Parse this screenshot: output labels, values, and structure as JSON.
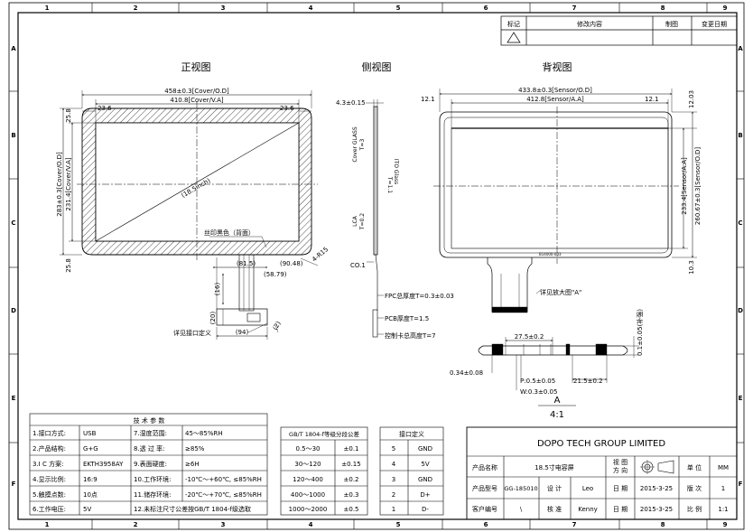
{
  "grid": {
    "cols": [
      "1",
      "2",
      "3",
      "4",
      "5",
      "6",
      "7",
      "8",
      "9"
    ],
    "rows": [
      "A",
      "B",
      "C",
      "D",
      "E",
      "F"
    ]
  },
  "revision": {
    "headers": [
      "标记",
      "修改内容",
      "制图",
      "变更日期"
    ]
  },
  "views": {
    "front": "正视图",
    "side": "侧视图",
    "back": "背视图"
  },
  "front_dims": {
    "cover_w": "458±0.3[Cover/O.D]",
    "cover_va_w": "410.8[Cover/V.A]",
    "border_l": "23.6",
    "border_r": "23.6",
    "top_margin": "25.8",
    "bottom_margin": "25.8",
    "cover_h": "283±0.3[Cover/O.D]",
    "cover_va_h": "231.4[Cover/V.A]",
    "diag": "(18.5inch)",
    "silk": "丝印黑色（背面）",
    "r15": "4-R15",
    "d815": "(81.5)",
    "d9048": "(90.48)",
    "d5879": "(58.79)",
    "d16": "(16)",
    "d20": "(20)",
    "d94": "(94)",
    "d2": "(2)",
    "conn_ref": "详见接口定义"
  },
  "side_dims": {
    "thick": "4.3±0.15",
    "cover_glass": "Cover GLASS",
    "t3": "T=3",
    "ito": "ITO Glass",
    "t11": "T=1.1",
    "lca": "LCA",
    "t02": "T=0.2",
    "co1": "CO.1",
    "fpc": "FPC总厚度T=0.3±0.03",
    "pcb": "PCB厚度T=1.5",
    "ctrl": "控制卡总高度T=7"
  },
  "back_dims": {
    "sensor_od_w": "433.8±0.3[Sensor/O.D]",
    "sensor_va_w": "412.8[Sensor/A.A]",
    "l121": "12.1",
    "r121": "12.1",
    "top1203": "12.03",
    "sensor_va_h": "233.4[Sensor/A.A]",
    "sensor_od_h": "260.67±0.3[Sensor/O.D]",
    "b103": "10.3",
    "ref_a": "详见放大图\"A\"",
    "small_label": "B14000-003"
  },
  "detail": {
    "d278": "27.5±0.2",
    "d06": "0.1±0.05(补强)",
    "d034": "0.34±0.08",
    "pitch": "P:0.5±0.05",
    "width": "W:0.3±0.05",
    "d215": "21.5±0.2",
    "name": "A",
    "scale": "4:1"
  },
  "spec": {
    "title": "技 术 参 数",
    "rows": [
      [
        "1.接口方式:",
        "USB",
        "7.湿度范围:",
        "45～85%RH"
      ],
      [
        "2.产品结构:",
        "G+G",
        "8.透 过 率:",
        "≥85%"
      ],
      [
        "3.I C 方案:",
        "EKTH3958AY",
        "9.表面硬度:",
        "≥6H"
      ],
      [
        "4.显示比例:",
        "16:9",
        "10.工作环境:",
        "-10℃～+60℃, ≤85%RH"
      ],
      [
        "5.触摸点数:",
        "10点",
        "11.储存环境:",
        "-20℃～+70℃, ≤85%RH"
      ],
      [
        "6.工作电压:",
        "5V",
        "12.未标注尺寸公差按GB/T 1804-f级选取",
        ""
      ]
    ]
  },
  "tol": {
    "title": "GB/T 1804-f等级分段公差",
    "rows": [
      [
        "0.5～30",
        "±0.1"
      ],
      [
        "30～120",
        "±0.15"
      ],
      [
        "120～400",
        "±0.2"
      ],
      [
        "400～1000",
        "±0.3"
      ],
      [
        "1000～2000",
        "±0.5"
      ]
    ]
  },
  "pins": {
    "title": "接口定义",
    "rows": [
      [
        "5",
        "GND"
      ],
      [
        "4",
        "5V"
      ],
      [
        "3",
        "GND"
      ],
      [
        "2",
        "D+"
      ],
      [
        "1",
        "D-"
      ]
    ]
  },
  "titleblock": {
    "company": "DOPO TECH GROUP LIMITED",
    "pname_label": "产品名称",
    "pname": "18.5寸电容屏",
    "view_dir": "视 图\n方 向",
    "unit_label": "单 位",
    "unit": "MM",
    "model_label": "产品型号",
    "model": "GG-185010",
    "design_label": "设 计",
    "designer": "Leo",
    "date_label": "日 期",
    "date1": "2015-3-25",
    "ver_label": "版 次",
    "ver": "1",
    "cust_label": "客户编号",
    "cust": "\\",
    "check_label": "核 准",
    "checker": "Kenny",
    "date2": "2015-3-25",
    "scale_label": "比 例",
    "scale": "1:1"
  }
}
